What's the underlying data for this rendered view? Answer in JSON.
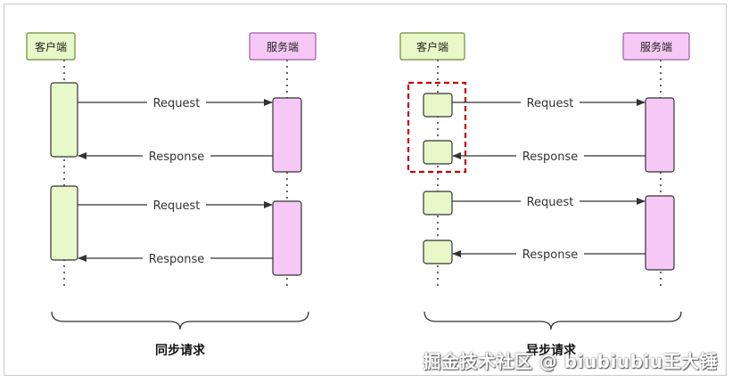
{
  "colors": {
    "client_fill": "#e8f8c9",
    "client_stroke": "#6c8a3a",
    "server_fill": "#f6c8f6",
    "server_stroke": "#9b5ea0",
    "dashed_highlight": "#c00000"
  },
  "sync": {
    "client_label": "客户端",
    "server_label": "服务端",
    "messages": [
      "Request",
      "Response",
      "Request",
      "Response"
    ],
    "caption": "同步请求"
  },
  "async": {
    "client_label": "客户端",
    "server_label": "服务端",
    "messages": [
      "Request",
      "Response",
      "Request",
      "Response"
    ],
    "caption": "异步请求"
  },
  "watermark": "掘金技术社区 @ biubiubiu王大锤"
}
